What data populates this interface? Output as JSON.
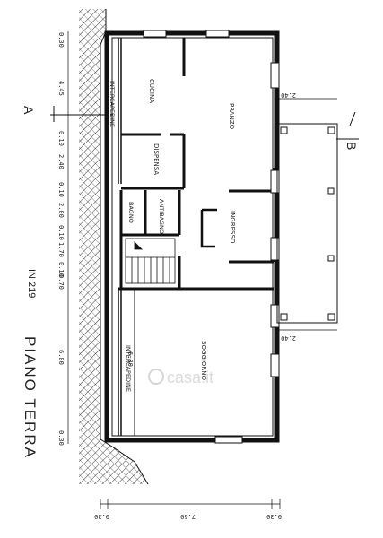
{
  "sheet": {
    "title": "PIANO TERRA",
    "scale_note": "IN 219",
    "watermark": "casa.it"
  },
  "section_marks": {
    "a": "A",
    "b": "B"
  },
  "rooms": {
    "cucina": "CUCINA",
    "pranzo": "PRANZO",
    "dispensa": "DISPENSA",
    "bagno": "BAGNO",
    "antibagno": "ANTIBAGNO",
    "ingresso": "INGRESSO",
    "soggiorno": "SOGGIORNO",
    "intercapedine_top": "INTERCAPEDINE",
    "intercapedine_bottom": "INTERCAPEDINE"
  },
  "dimensions": {
    "left": [
      "0.30",
      "4.45",
      "0.10",
      "2.40",
      "0.10",
      "2.00",
      "0.10",
      "1.70",
      "0.10",
      "0.70",
      "6.80",
      "0.30"
    ],
    "porch_top": "2.40",
    "porch_bottom": "2.40",
    "inner": "6.80",
    "bottom_left": "0.30",
    "bottom_mid": "7.60",
    "bottom_right": "0.30"
  },
  "colors": {
    "line": "#111111",
    "hatch": "#333333"
  }
}
